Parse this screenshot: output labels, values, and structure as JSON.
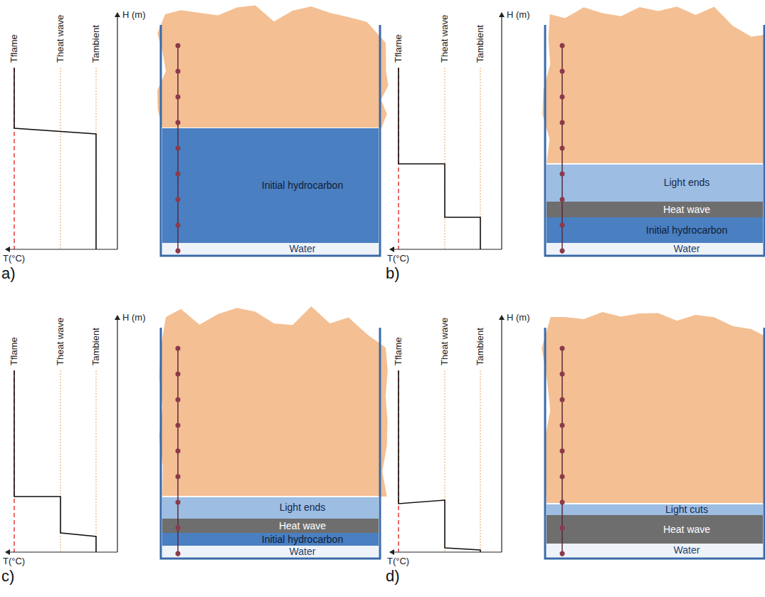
{
  "diagram": {
    "nodes": [
      {
        "text": [
          "Initial hydrocarbon"
        ]
      },
      {
        "text": [
          "Water"
        ]
      },
      {
        "text": [
          "Light ends"
        ]
      },
      {
        "text": [
          "Heat wave"
        ]
      },
      {
        "text": [
          "Initial hydrocarbon"
        ]
      },
      {
        "text": [
          "Water"
        ]
      },
      {
        "text": [
          "Light ends"
        ]
      },
      {
        "text": [
          "Heat wave"
        ]
      },
      {
        "text": [
          "Initial hydrocarbon"
        ]
      },
      {
        "text": [
          "Water"
        ]
      },
      {
        "text": [
          "Light cuts"
        ]
      },
      {
        "text": [
          "Heat wave"
        ]
      },
      {
        "text": [
          "Water"
        ]
      }
    ],
    "labels": [
      "Tflame",
      "Theat wave",
      "Tambient",
      "H (m)",
      "T(°C)",
      "a)",
      "Tflame",
      "Theat wave",
      "Tambient",
      "H (m)",
      "T(°C)",
      "b)",
      "Tflame",
      "Theat wave",
      "Tambient",
      "H (m)",
      "T(°C)",
      "c)",
      "Tflame",
      "Theat wave",
      "Tambient",
      "H (m)",
      "T(°C)",
      "d)"
    ]
  }
}
